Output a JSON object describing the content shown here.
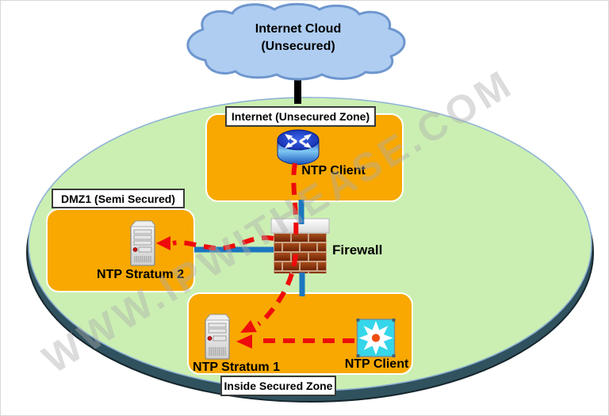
{
  "watermark": "WWW.IPWITHEASE.COM",
  "cloud": {
    "title_line1": "Internet Cloud",
    "title_line2": "(Unsecured)"
  },
  "zones": {
    "internet": {
      "label": "Internet (Unsecured Zone)"
    },
    "dmz": {
      "label": "DMZ1 (Semi Secured)"
    },
    "inside": {
      "label": "Inside Secured Zone"
    }
  },
  "nodes": {
    "internet_ntp_client": {
      "label": "NTP Client",
      "device": "router"
    },
    "ntp_stratum2": {
      "label": "NTP Stratum 2",
      "device": "server"
    },
    "firewall": {
      "label": "Firewall",
      "device": "firewall"
    },
    "ntp_stratum1": {
      "label": "NTP Stratum 1",
      "device": "server"
    },
    "inside_ntp_client": {
      "label": "NTP Client",
      "device": "multilayer-switch"
    }
  },
  "legend_colors": {
    "zone_box_fill": "#F8A800",
    "secured_ellipse_fill": "#CBEFB2",
    "ellipse_rim": "#30525F",
    "cloud_fill": "#AECDF1",
    "cloud_stroke": "#6E96CE",
    "ntp_flow_dashed": "#EE0B0B",
    "physical_link": "#1B76C0"
  }
}
